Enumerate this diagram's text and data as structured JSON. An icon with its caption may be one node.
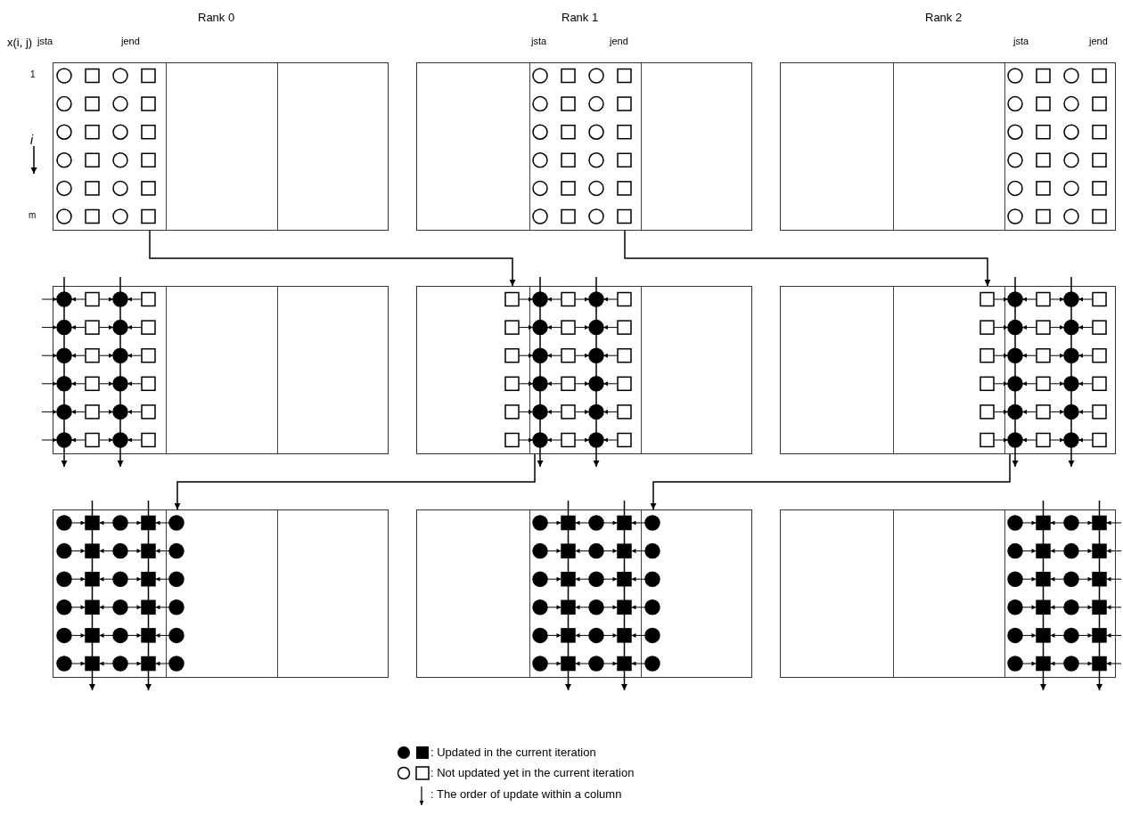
{
  "diagram": {
    "nodes": [
      {
        "text": [],
        "shape": "box"
      },
      {
        "text": [],
        "shape": "box"
      },
      {
        "text": [],
        "shape": "box"
      },
      {
        "text": [],
        "shape": "box"
      },
      {
        "text": [],
        "shape": "box"
      },
      {
        "text": [],
        "shape": "box"
      },
      {
        "text": [],
        "shape": "box"
      },
      {
        "text": [],
        "shape": "box"
      },
      {
        "text": [],
        "shape": "box"
      }
    ],
    "edges": [
      {
        "from": 0,
        "to": 4,
        "arrow": "to"
      },
      {
        "from": 1,
        "to": 5,
        "arrow": "to"
      },
      {
        "from": 4,
        "to": 6,
        "arrow": "to"
      },
      {
        "from": 5,
        "to": 7,
        "arrow": "to"
      }
    ],
    "labels": [
      "Rank 0",
      "Rank 1",
      "Rank 2",
      "x(i, j)",
      "jsta",
      "jend",
      "jsta",
      "jend",
      "jsta",
      "jend",
      "1",
      "i",
      "m"
    ],
    "legend": [
      {
        "text": ": Updated in the current iteration"
      },
      {
        "text": ": Not updated yet in the current iteration"
      },
      {
        "text": ": The order of update within a column"
      }
    ]
  }
}
